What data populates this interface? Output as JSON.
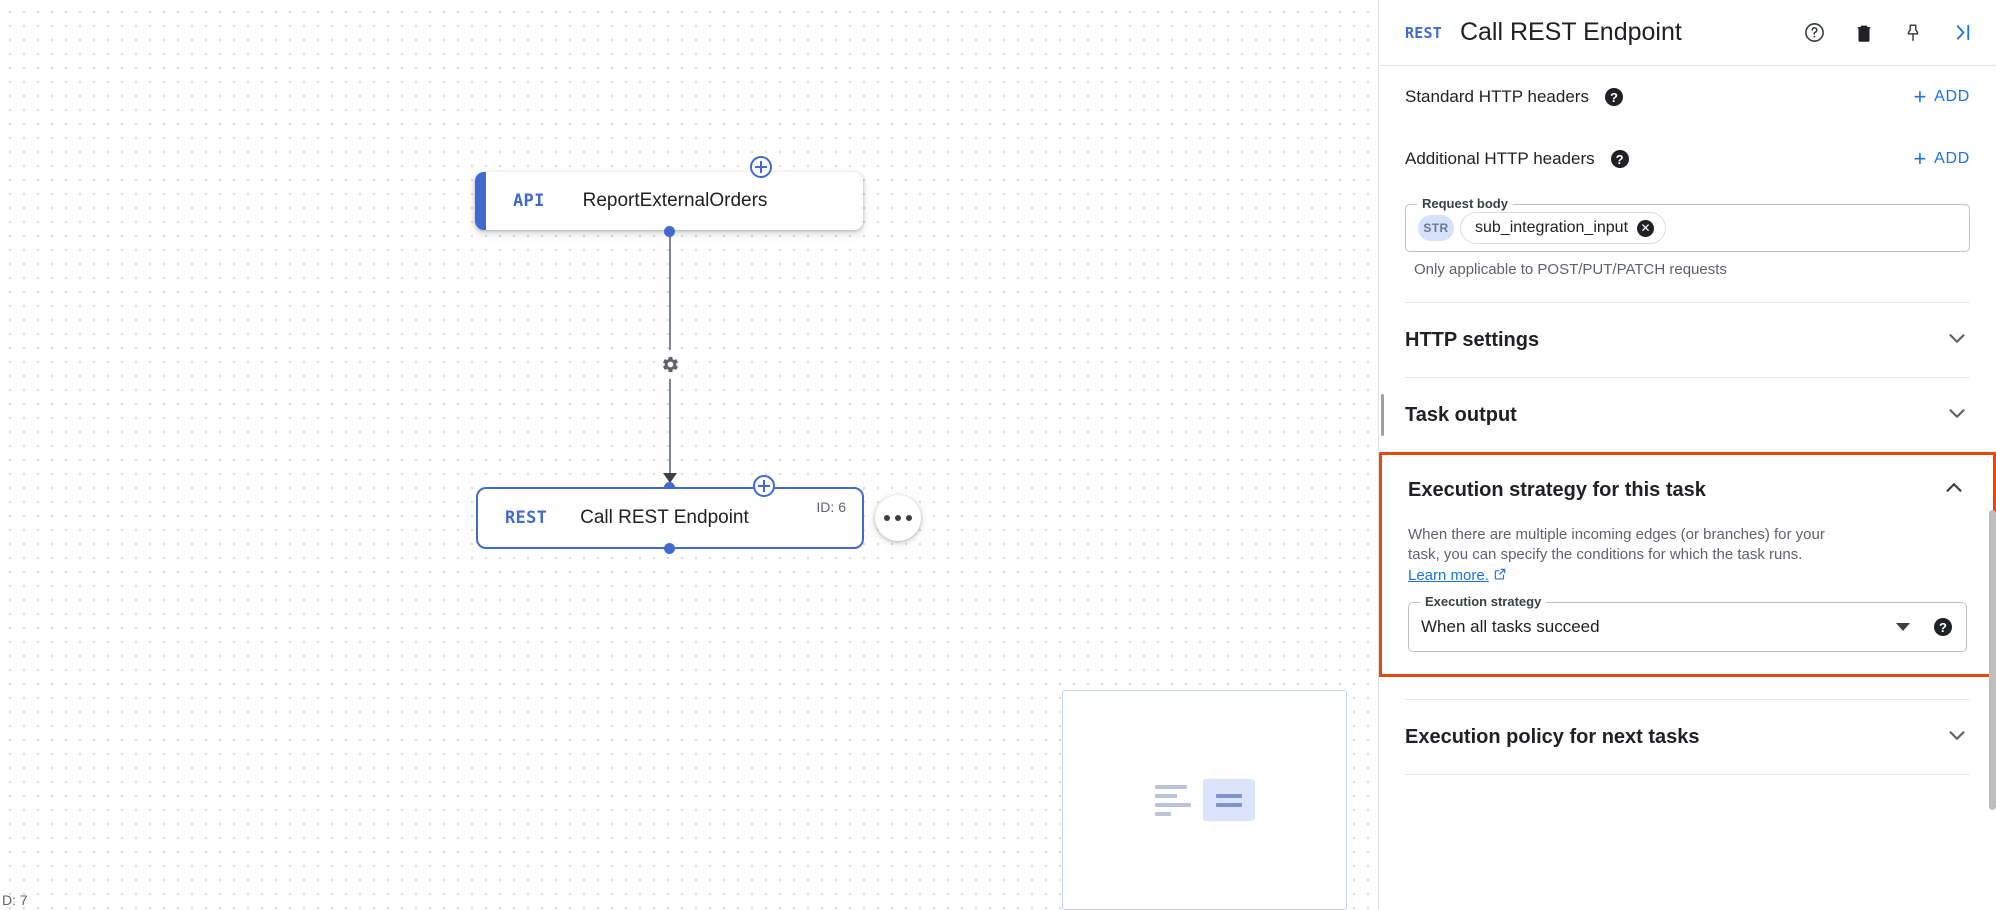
{
  "canvas": {
    "nodes": [
      {
        "badge": "API",
        "title": "ReportExternalOrders",
        "id_label": ""
      },
      {
        "badge": "REST",
        "title": "Call REST Endpoint",
        "id_label": "ID: 6"
      }
    ],
    "corner_label": "D: 7",
    "accent_color": "#4169d0"
  },
  "panel": {
    "header": {
      "badge": "REST",
      "title": "Call REST Endpoint",
      "actions": [
        "help-icon",
        "delete-icon",
        "pin-icon",
        "collapse-panel-icon"
      ]
    },
    "standard_headers": {
      "label": "Standard HTTP headers",
      "add_label": "ADD"
    },
    "additional_headers": {
      "label": "Additional HTTP headers",
      "add_label": "ADD"
    },
    "request_body": {
      "legend": "Request body",
      "type_chip": "STR",
      "value": "sub_integration_input",
      "helper": "Only applicable to POST/PUT/PATCH requests"
    },
    "sections": [
      {
        "title": "HTTP settings",
        "expanded": false
      },
      {
        "title": "Task output",
        "expanded": false
      },
      {
        "title": "Execution policy for next tasks",
        "expanded": false
      }
    ],
    "execution_strategy": {
      "title": "Execution strategy for this task",
      "expanded": true,
      "description_line1": "When there are multiple incoming edges (or branches) for your task,",
      "description_line2": "you can specify the conditions for which the task runs.",
      "link_text": "Learn more.",
      "field_legend": "Execution strategy",
      "selected_value": "When all tasks succeed",
      "highlight_color": "#e8490f"
    }
  }
}
